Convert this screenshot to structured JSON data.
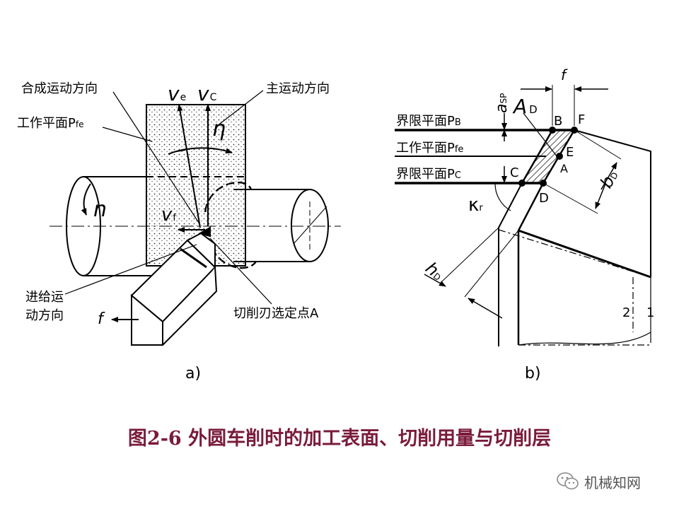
{
  "figure_a": {
    "label_combined": "合成运动方向",
    "label_primary": "主运动方向",
    "label_plane": "工作平面P",
    "label_plane_sub": "fe",
    "label_ve": "v",
    "label_ve_sub": "e",
    "label_vc": "v",
    "label_vc_sub": "C",
    "label_eta": "η",
    "label_n": "n",
    "label_vf": "v",
    "label_vf_sub": "f",
    "label_feed_1": "进给运",
    "label_feed_2": "动方向",
    "label_f": "f",
    "label_point": "切削刃选定点A",
    "caption": "a)"
  },
  "figure_b": {
    "label_f": "f",
    "label_asp": "a",
    "label_asp_sub": "SP",
    "label_AD": "A",
    "label_AD_sub": "D",
    "plane_pb": "界限平面P",
    "plane_pb_sub": "B",
    "plane_pfe": "工作平面P",
    "plane_pfe_sub": "fe",
    "plane_pc": "界限平面P",
    "plane_pc_sub": "C",
    "point_B": "B",
    "point_F": "F",
    "point_E": "E",
    "point_A": "A",
    "point_C": "C",
    "point_D": "D",
    "label_bD": "b",
    "label_bD_sub": "D",
    "label_kr": "κ",
    "label_kr_sub": "r",
    "label_hD": "h",
    "label_hD_sub": "D",
    "label_2": "2",
    "label_1": "1",
    "caption": "b)"
  },
  "caption": "图2-6   外圆车削时的加工表面、切削用量与切削层",
  "watermark": "机械知网"
}
